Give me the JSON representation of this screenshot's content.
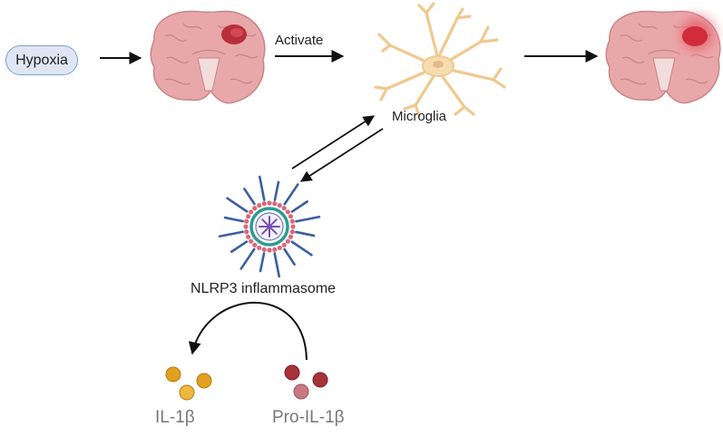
{
  "nodes": {
    "hypoxia": "Hypoxia",
    "activate": "Activate",
    "microglia": "Microglia",
    "nlrp3": "NLRP3 inflammasome",
    "il1b": "IL-1β",
    "pro_il1b": "Pro-IL-1β"
  },
  "colors": {
    "brain": "#e8a8a9",
    "brain_outline": "#c98486",
    "lesion": "#c0343c",
    "microglia": "#f6ddb0",
    "hypoxia_fill": "#dfe6f3",
    "hypoxia_border": "#7f9ed1",
    "il1b_beads": "#e0a020",
    "pro_il1b_beads": "#a8323a",
    "arrow": "#111111"
  },
  "icons": [
    "brain-lesion-icon",
    "microglia-cell-icon",
    "brain-inflamed-icon",
    "inflammasome-icon",
    "cytokine-beads-icon"
  ]
}
